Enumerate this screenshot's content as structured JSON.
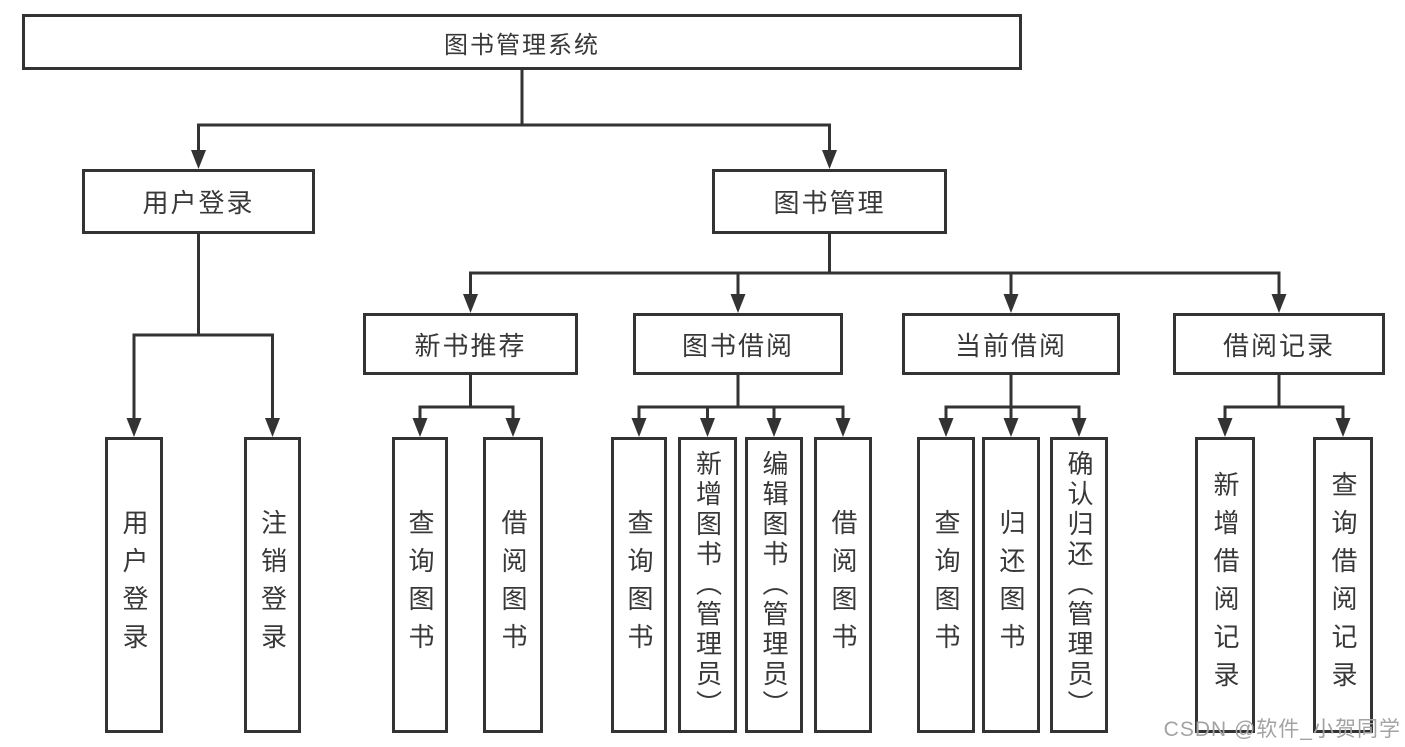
{
  "diagram": {
    "root": {
      "id": "book-management-system",
      "label": "图书管理系统"
    },
    "level2": [
      {
        "id": "user-login",
        "label": "用户登录",
        "parent": "book-management-system"
      },
      {
        "id": "book-management",
        "label": "图书管理",
        "parent": "book-management-system"
      }
    ],
    "level3": [
      {
        "id": "new-book-recommend",
        "label": "新书推荐",
        "parent": "book-management"
      },
      {
        "id": "book-borrowing",
        "label": "图书借阅",
        "parent": "book-management"
      },
      {
        "id": "current-borrowing",
        "label": "当前借阅",
        "parent": "book-management"
      },
      {
        "id": "borrowing-records",
        "label": "借阅记录",
        "parent": "book-management"
      }
    ],
    "level4": [
      {
        "id": "user-login-action",
        "label": "用户登录",
        "parent": "user-login"
      },
      {
        "id": "logout-action",
        "label": "注销登录",
        "parent": "user-login"
      },
      {
        "id": "query-books-recommend",
        "label": "查询图书",
        "parent": "new-book-recommend"
      },
      {
        "id": "borrow-books-recommend",
        "label": "借阅图书",
        "parent": "new-book-recommend"
      },
      {
        "id": "query-books-borrowing",
        "label": "查询图书",
        "parent": "book-borrowing"
      },
      {
        "id": "add-books-admin",
        "label": "新增图书（管理员）",
        "parent": "book-borrowing"
      },
      {
        "id": "edit-books-admin",
        "label": "编辑图书（管理员）",
        "parent": "book-borrowing"
      },
      {
        "id": "borrow-books-borrowing",
        "label": "借阅图书",
        "parent": "book-borrowing"
      },
      {
        "id": "query-books-current",
        "label": "查询图书",
        "parent": "current-borrowing"
      },
      {
        "id": "return-books",
        "label": "归还图书",
        "parent": "current-borrowing"
      },
      {
        "id": "confirm-return-admin",
        "label": "确认归还（管理员）",
        "parent": "current-borrowing"
      },
      {
        "id": "add-borrow-record",
        "label": "新增借阅记录",
        "parent": "borrowing-records"
      },
      {
        "id": "query-borrow-record",
        "label": "查询借阅记录",
        "parent": "borrowing-records"
      }
    ]
  },
  "watermark": {
    "text": "CSDN @软件_小贺同学"
  },
  "colors": {
    "line": "#333333",
    "text": "#383838",
    "background": "#ffffff",
    "watermark": "#a3a3a3"
  }
}
